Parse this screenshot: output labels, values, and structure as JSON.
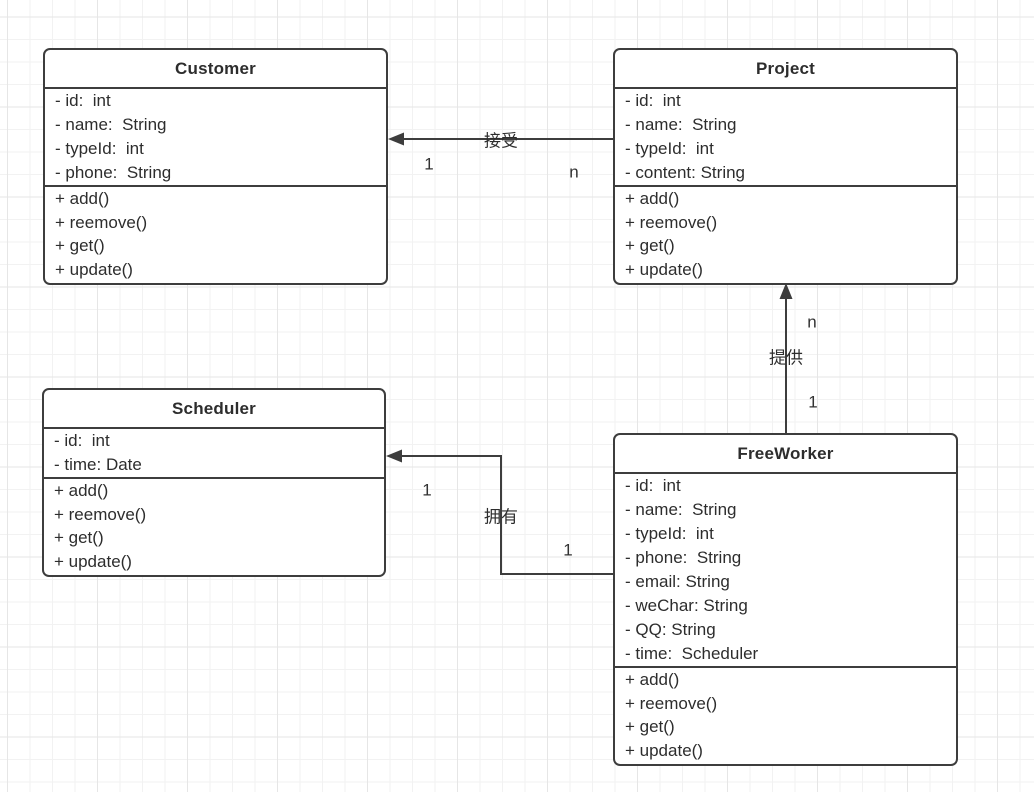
{
  "canvas": {
    "background": "#ffffff",
    "grid_minor_color": "#f2f2f2",
    "grid_major_color": "#e6e6e6",
    "stroke_color": "#3d3d3d",
    "text_color": "#2d2d2d"
  },
  "classes": [
    {
      "name": "Customer",
      "attributes": [
        "- id:  int",
        "- name:  String",
        "- typeId:  int",
        "- phone:  String"
      ],
      "methods": [
        "+ add()",
        "+ reemove()",
        "+ get()",
        "+ update()"
      ]
    },
    {
      "name": "Project",
      "attributes": [
        "- id:  int",
        "- name:  String",
        "- typeId:  int",
        "- content: String"
      ],
      "methods": [
        "+ add()",
        "+ reemove()",
        "+ get()",
        "+ update()"
      ]
    },
    {
      "name": "Scheduler",
      "attributes": [
        "- id:  int",
        "- time: Date"
      ],
      "methods": [
        "+ add()",
        "+ reemove()",
        "+ get()",
        "+ update()"
      ]
    },
    {
      "name": "FreeWorker",
      "attributes": [
        "- id:  int",
        "- name:  String",
        "- typeId:  int",
        "- phone:  String",
        "- email: String",
        "- weChar: String",
        "- QQ: String",
        "- time:  Scheduler"
      ],
      "methods": [
        "+ add()",
        "+ reemove()",
        "+ get()",
        "+ update()"
      ]
    }
  ],
  "relations": [
    {
      "label": "接受",
      "from": "Project",
      "to": "Customer",
      "from_multiplicity": "n",
      "to_multiplicity": "1"
    },
    {
      "label": "提供",
      "from": "FreeWorker",
      "to": "Project",
      "from_multiplicity": "1",
      "to_multiplicity": "n"
    },
    {
      "label": "拥有",
      "from": "FreeWorker",
      "to": "Scheduler",
      "from_multiplicity": "1",
      "to_multiplicity": "1"
    }
  ]
}
